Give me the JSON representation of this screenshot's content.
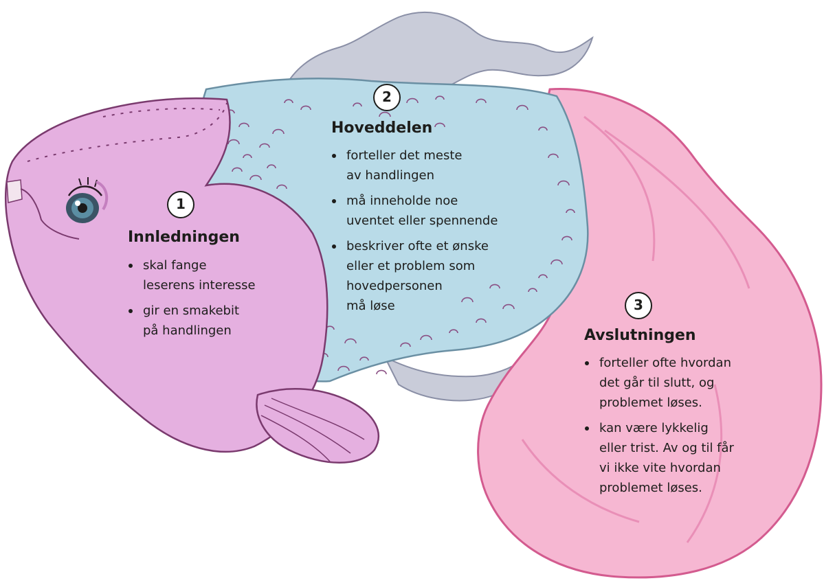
{
  "sections": [
    {
      "number": "1",
      "heading": "Innledningen",
      "bullets": [
        "skal fange\nleserens interesse",
        "gir en smakebit\npå handlingen"
      ]
    },
    {
      "number": "2",
      "heading": "Hoveddelen",
      "bullets": [
        "forteller det meste\nav handlingen",
        "må inneholde noe\nuventet eller spennende",
        "beskriver ofte et ønske\neller et problem som\nhovedpersonen\nmå løse"
      ]
    },
    {
      "number": "3",
      "heading": "Avslutningen",
      "bullets": [
        "forteller ofte hvordan\ndet går til slutt, og\nproblemet løses.",
        "kan være lykkelig\neller trist. Av og til får\nvi ikke vite hvordan\nproblemet løses."
      ]
    }
  ],
  "colors": {
    "head": "#e5b0e0",
    "body": "#b9dbe8",
    "tail": "#f6b7d2",
    "fin": "#c9ccd9",
    "outline": "#7a3a6e",
    "text": "#1d1d1b"
  }
}
